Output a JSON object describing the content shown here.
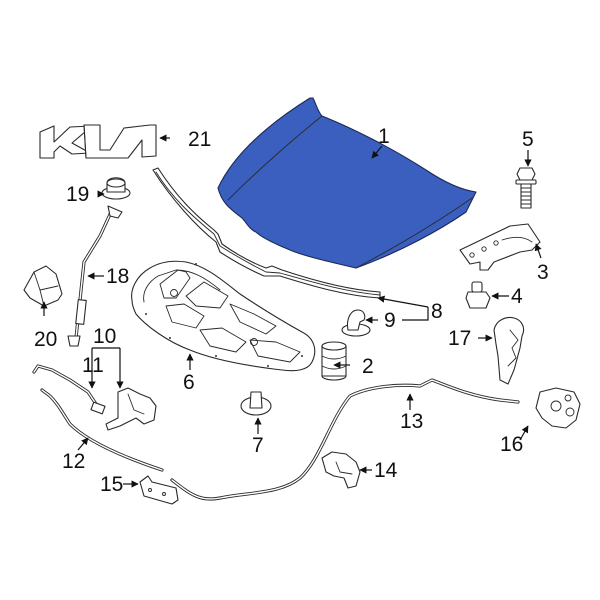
{
  "diagram": {
    "title": "Hood components exploded parts diagram",
    "highlight_color": "#3a5fbf",
    "highlighted_part": "1",
    "brand_emblem_text": "KIA"
  },
  "callouts": [
    {
      "number": "1",
      "part": "hood-panel"
    },
    {
      "number": "2",
      "part": "bumper-stop"
    },
    {
      "number": "3",
      "part": "hood-hinge"
    },
    {
      "number": "4",
      "part": "hinge-bolt-stud"
    },
    {
      "number": "5",
      "part": "hinge-bolt"
    },
    {
      "number": "6",
      "part": "hood-insulator-pad"
    },
    {
      "number": "7",
      "part": "insulator-retainer-clip"
    },
    {
      "number": "8",
      "part": "hood-seal-assembly"
    },
    {
      "number": "9",
      "part": "seal-clip"
    },
    {
      "number": "10",
      "part": "hood-latch-assembly"
    },
    {
      "number": "11",
      "part": "latch-switch-wire"
    },
    {
      "number": "12",
      "part": "release-cable-front"
    },
    {
      "number": "13",
      "part": "release-cable-rear"
    },
    {
      "number": "14",
      "part": "cable-bracket"
    },
    {
      "number": "15",
      "part": "latch-handle-bracket"
    },
    {
      "number": "16",
      "part": "release-handle-assembly"
    },
    {
      "number": "17",
      "part": "release-handle-lever"
    },
    {
      "number": "18",
      "part": "hood-prop-rod"
    },
    {
      "number": "19",
      "part": "prop-rod-grommet"
    },
    {
      "number": "20",
      "part": "prop-rod-holder"
    },
    {
      "number": "21",
      "part": "kia-emblem"
    }
  ]
}
